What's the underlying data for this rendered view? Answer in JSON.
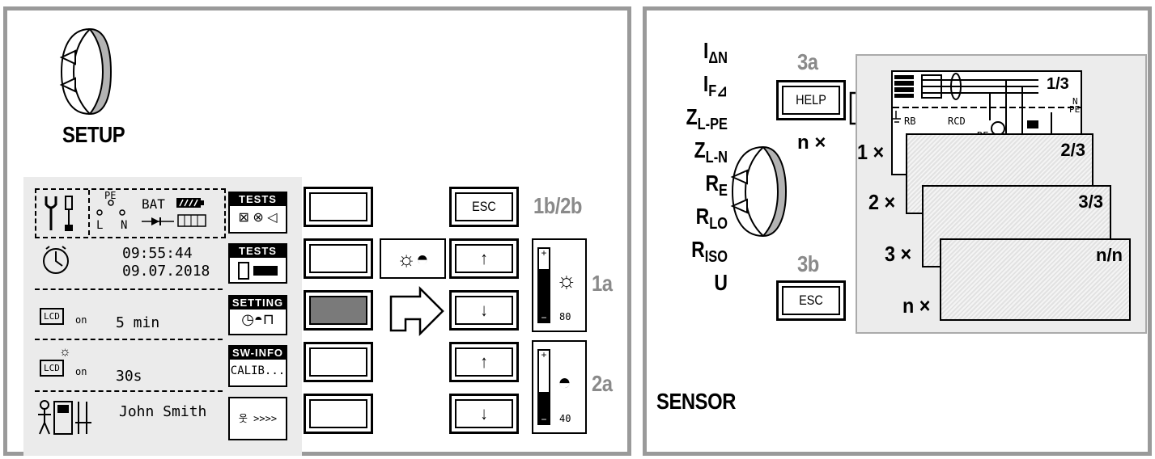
{
  "setup": {
    "title": "SETUP",
    "labels": {
      "step_1b2b": "1b/2b",
      "step_1a": "1a",
      "step_2a": "2a"
    },
    "lcd": {
      "bat_label": "BAT",
      "pe_label": "PE",
      "l_label": "L",
      "n_label": "N",
      "time": "09:55:44",
      "date": "09.07.2018",
      "lcd_icon_text": "LCD",
      "on_text": "on",
      "lcd_timeout": "5 min",
      "backlight_timeout": "30s",
      "user_name": "John Smith",
      "tabs": [
        "TESTS",
        "TESTS",
        "SETTING",
        "SW-INFO"
      ],
      "calib_label": "CALIB...",
      "arrow_label": ">>>>"
    },
    "keys": {
      "esc": "ESC",
      "up": "↑",
      "down": "↓"
    },
    "brightness_value": "80",
    "contrast_value": "40"
  },
  "sensor": {
    "title": "SENSOR",
    "measurements": [
      "I",
      "I",
      "Z",
      "Z",
      "R",
      "R",
      "R",
      "U"
    ],
    "measurement_subs": [
      "ΔN",
      "F⊿",
      "L-PE",
      "L-N",
      "E",
      "LO",
      "ISO",
      ""
    ],
    "step_3a": "3a",
    "step_3b": "3b",
    "help_key": "HELP",
    "esc_key": "ESC",
    "n_times": "n ×",
    "page_labels": [
      "1/3",
      "2/3",
      "3/3",
      "n/n"
    ],
    "times_labels": [
      "1 ×",
      "2 ×",
      "3 ×",
      "n ×"
    ],
    "schematic_labels": {
      "rb": "RB",
      "rcd": "RCD",
      "re": "RE",
      "n": "N",
      "pe": "PE"
    }
  }
}
